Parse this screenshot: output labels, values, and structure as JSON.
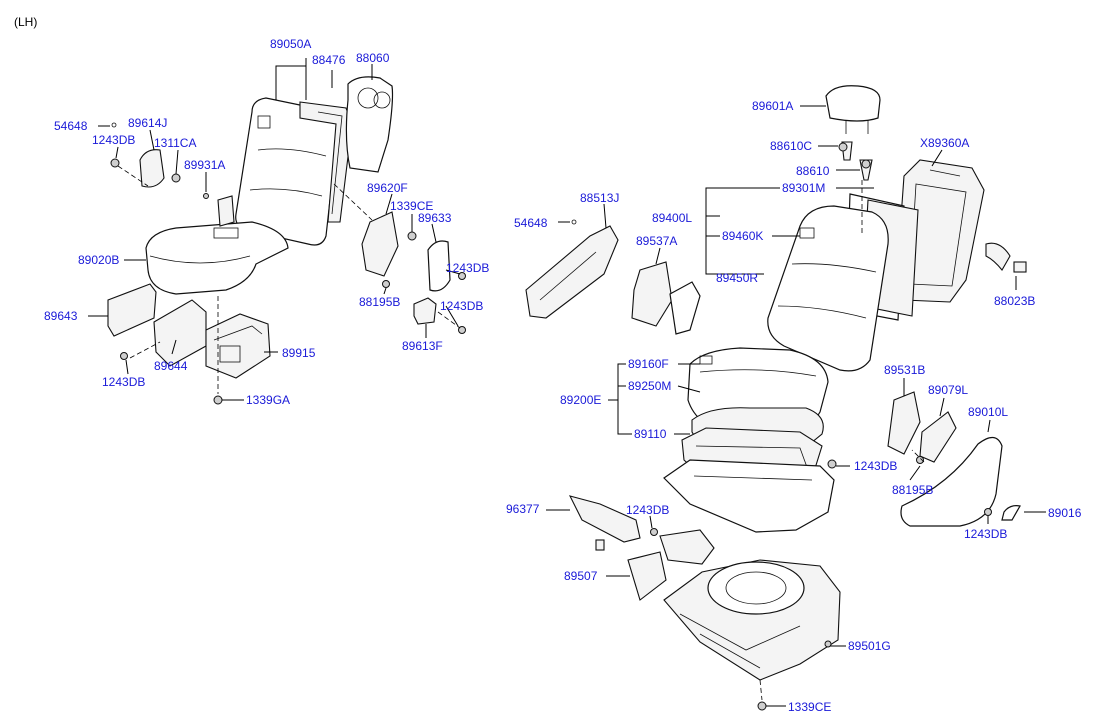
{
  "corner_label": "(LH)",
  "labels": {
    "p89050A": "89050A",
    "p88476": "88476",
    "p88060": "88060",
    "p54648_l": "54648",
    "p89614J": "89614J",
    "p1243DB_a": "1243DB",
    "p1311CA": "1311CA",
    "p89931A": "89931A",
    "p89620F": "89620F",
    "p1339CE_a": "1339CE",
    "p89633": "89633",
    "p89020B": "89020B",
    "p1243DB_b": "1243DB",
    "p88195B_a": "88195B",
    "p1243DB_c": "1243DB",
    "p89643": "89643",
    "p89644": "89644",
    "p89915": "89915",
    "p89613F": "89613F",
    "p1243DB_d": "1243DB",
    "p1339GA": "1339GA",
    "p89601A": "89601A",
    "p88610C": "88610C",
    "p88610": "88610",
    "pX89360A": "X89360A",
    "p89301M": "89301M",
    "p88513J": "88513J",
    "p54648_r": "54648",
    "p89400L": "89400L",
    "p89460K": "89460K",
    "p89537A": "89537A",
    "p89450R": "89450R",
    "p88023B": "88023B",
    "p89160F": "89160F",
    "p89250M": "89250M",
    "p89200E": "89200E",
    "p89110": "89110",
    "p89531B": "89531B",
    "p89079L": "89079L",
    "p89010L": "89010L",
    "p1243DB_e": "1243DB",
    "p88195B_b": "88195B",
    "p96377": "96377",
    "p1243DB_f": "1243DB",
    "p89016": "89016",
    "p1243DB_g": "1243DB",
    "p89507": "89507",
    "p89501G": "89501G",
    "p1339CE_b": "1339CE"
  }
}
